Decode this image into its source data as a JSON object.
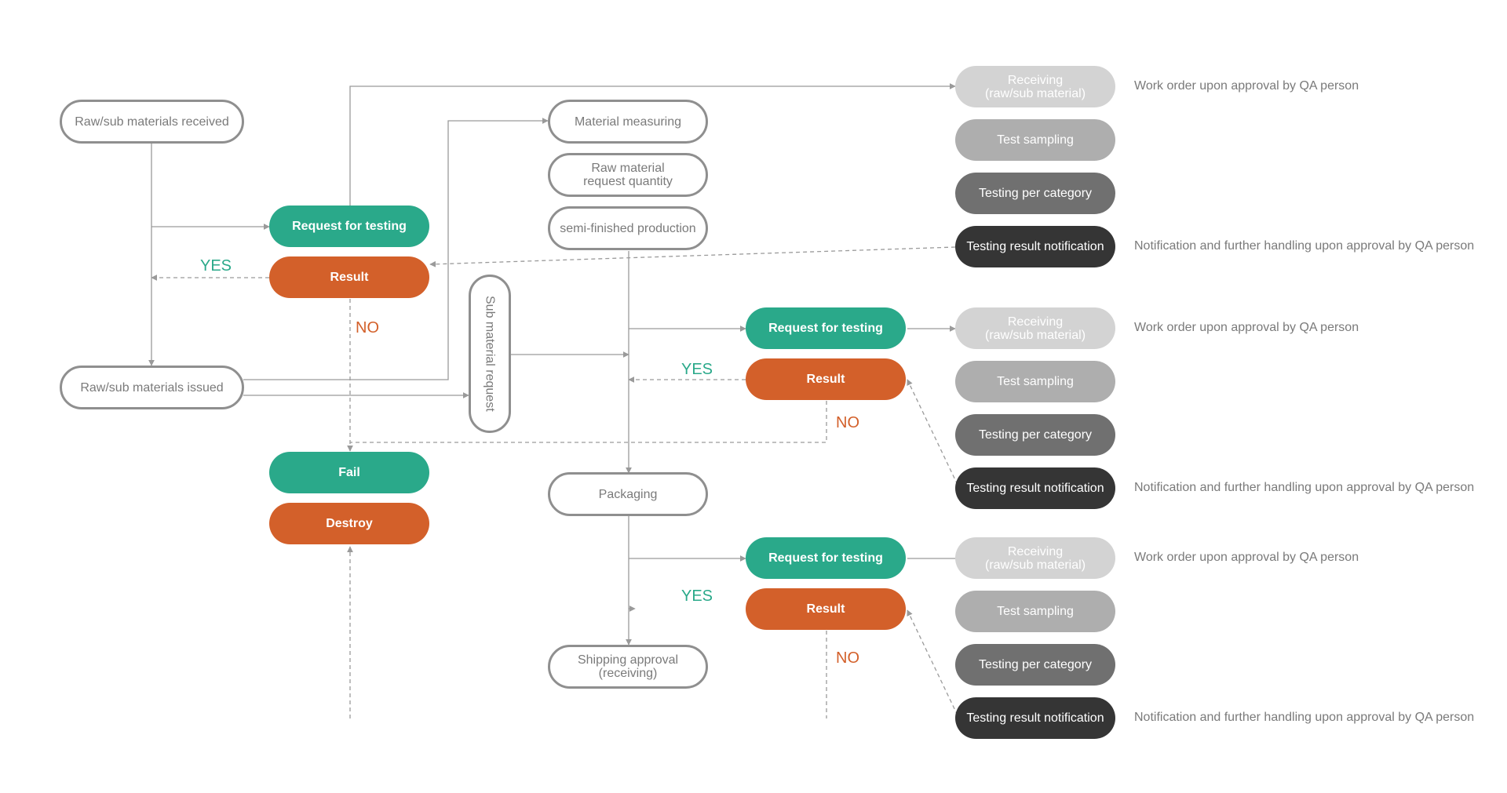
{
  "nodes": {
    "raw_received": "Raw/sub materials received",
    "raw_issued": "Raw/sub materials issued",
    "request_testing_1": "Request for testing",
    "result_1": "Result",
    "fail": "Fail",
    "destroy": "Destroy",
    "material_measuring": "Material measuring",
    "raw_material_request_quantity": "Raw material\nrequest quantity",
    "semi_finished_production": "semi-finished production",
    "sub_material_request": "Sub material request",
    "packaging": "Packaging",
    "shipping_approval": "Shipping approval\n(receiving)",
    "request_testing_2": "Request for testing",
    "result_2": "Result",
    "request_testing_3": "Request for testing",
    "result_3": "Result"
  },
  "qa_groups": [
    {
      "receiving": "Receiving\n(raw/sub material)",
      "test_sampling": "Test sampling",
      "testing_per_category": "Testing per category",
      "testing_result_notification": "Testing result notification",
      "note_work_order": "Work order upon approval by QA person",
      "note_notification": "Notification and further handling upon approval by QA person"
    },
    {
      "receiving": "Receiving\n(raw/sub material)",
      "test_sampling": "Test sampling",
      "testing_per_category": "Testing per category",
      "testing_result_notification": "Testing result notification",
      "note_work_order": "Work order upon approval by QA person",
      "note_notification": "Notification and further handling upon approval by QA person"
    },
    {
      "receiving": "Receiving\n(raw/sub material)",
      "test_sampling": "Test sampling",
      "testing_per_category": "Testing per category",
      "testing_result_notification": "Testing result notification",
      "note_work_order": "Work order upon approval by QA person",
      "note_notification": "Notification and further handling upon approval by QA person"
    }
  ],
  "labels": {
    "yes": "YES",
    "no": "NO"
  },
  "colors": {
    "green": "#2aa98a",
    "orange": "#d3602a",
    "line": "#9a9a9a"
  }
}
